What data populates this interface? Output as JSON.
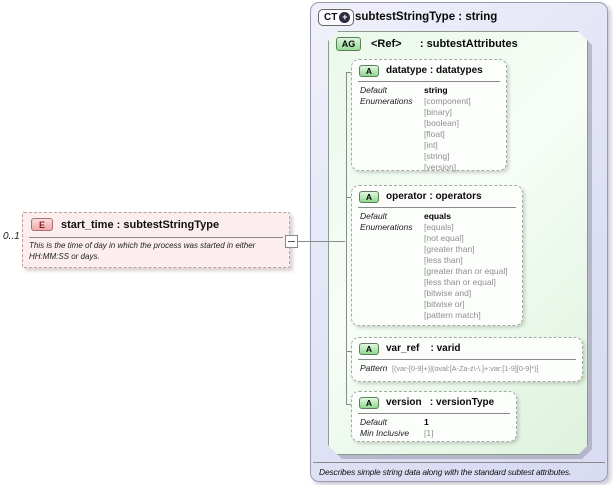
{
  "colors": {
    "panel_fill": "#dcdef4",
    "group_fill": "#e8f7e8",
    "attr_badge_green": "#96da96",
    "element_fill": "#fceeee",
    "element_badge_red": "#8b2020",
    "connector_gray": "#8a8a8a"
  },
  "element": {
    "cardinality": "0..1",
    "badge": "E",
    "title": "start_time : subtestStringType",
    "description_lines": [
      "This is the time of day in which the process was started in either",
      "HH:MM:SS or days."
    ]
  },
  "panel": {
    "badge": "CT",
    "expand_glyph": "+",
    "title": "subtestStringType : string",
    "footer": "Describes simple string data along with the standard subtest attributes."
  },
  "group": {
    "badge": "AG",
    "title": "<Ref>      : subtestAttributes"
  },
  "attributes": [
    {
      "badge": "A",
      "label": "datatype : datatypes",
      "facts": {
        "default_label": "Default",
        "default_value": "string",
        "enum_label": "Enumerations",
        "enums": [
          "[component]",
          "[binary]",
          "[boolean]",
          "[float]",
          "[int]",
          "[string]",
          "[version]"
        ]
      }
    },
    {
      "badge": "A",
      "label": "operator : operators",
      "facts": {
        "default_label": "Default",
        "default_value": "equals",
        "enum_label": "Enumerations",
        "enums": [
          "[equals]",
          "[not equal]",
          "[greater than]",
          "[less than]",
          "[greater than or equal]",
          "[less than or equal]",
          "[bitwise and]",
          "[bitwise or]",
          "[pattern match]"
        ]
      }
    },
    {
      "badge": "A",
      "label": "var_ref    : varid",
      "facts": {
        "pattern_label": "Pattern",
        "pattern_value": "[(var-[0-9]+)|(oval:[A-Za-z\\-\\.]+:var:[1-9][0-9]*)]"
      }
    },
    {
      "badge": "A",
      "label": "version   : versionType",
      "facts": {
        "default_label": "Default",
        "default_value": "1",
        "min_label": "Min Inclusive",
        "min_value": "[1]"
      }
    }
  ]
}
